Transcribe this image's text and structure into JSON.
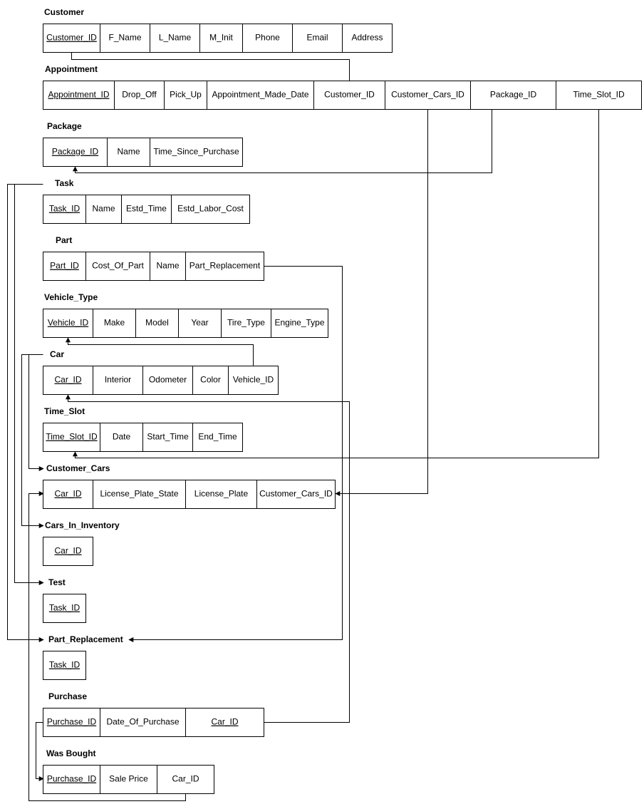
{
  "tables": [
    {
      "id": "customer",
      "name": "Customer",
      "columns": [
        {
          "label": "Customer_ID",
          "key": true
        },
        {
          "label": "F_Name"
        },
        {
          "label": "L_Name"
        },
        {
          "label": "M_Init"
        },
        {
          "label": "Phone"
        },
        {
          "label": "Email"
        },
        {
          "label": "Address"
        }
      ]
    },
    {
      "id": "appointment",
      "name": "Appointment",
      "columns": [
        {
          "label": "Appointment_ID",
          "key": true
        },
        {
          "label": "Drop_Off"
        },
        {
          "label": "Pick_Up"
        },
        {
          "label": "Appointment_Made_Date"
        },
        {
          "label": "Customer_ID"
        },
        {
          "label": "Customer_Cars_ID"
        },
        {
          "label": "Package_ID"
        },
        {
          "label": "Time_Slot_ID"
        }
      ]
    },
    {
      "id": "package",
      "name": "Package",
      "columns": [
        {
          "label": "Package_ID",
          "key": true
        },
        {
          "label": "Name"
        },
        {
          "label": "Time_Since_Purchase"
        }
      ]
    },
    {
      "id": "task",
      "name": "Task",
      "columns": [
        {
          "label": "Task_ID",
          "key": true
        },
        {
          "label": "Name"
        },
        {
          "label": "Estd_Time"
        },
        {
          "label": "Estd_Labor_Cost"
        }
      ]
    },
    {
      "id": "part",
      "name": "Part",
      "columns": [
        {
          "label": "Part_ID",
          "key": true
        },
        {
          "label": "Cost_Of_Part"
        },
        {
          "label": "Name"
        },
        {
          "label": "Part_Replacement"
        }
      ]
    },
    {
      "id": "vehicle_type",
      "name": "Vehicle_Type",
      "columns": [
        {
          "label": "Vehicle_ID",
          "key": true
        },
        {
          "label": "Make"
        },
        {
          "label": "Model"
        },
        {
          "label": "Year"
        },
        {
          "label": "Tire_Type"
        },
        {
          "label": "Engine_Type"
        }
      ]
    },
    {
      "id": "car",
      "name": "Car",
      "columns": [
        {
          "label": "Car_ID",
          "key": true
        },
        {
          "label": "Interior"
        },
        {
          "label": "Odometer"
        },
        {
          "label": "Color"
        },
        {
          "label": "Vehicle_ID"
        }
      ]
    },
    {
      "id": "time_slot",
      "name": "Time_Slot",
      "columns": [
        {
          "label": "Time_Slot_ID",
          "key": true
        },
        {
          "label": "Date"
        },
        {
          "label": "Start_Time"
        },
        {
          "label": "End_Time"
        }
      ]
    },
    {
      "id": "customer_cars",
      "name": "Customer_Cars",
      "columns": [
        {
          "label": "Car_ID",
          "key": true
        },
        {
          "label": "License_Plate_State"
        },
        {
          "label": "License_Plate"
        },
        {
          "label": "Customer_Cars_ID"
        }
      ]
    },
    {
      "id": "cars_in_inventory",
      "name": "Cars_In_Inventory",
      "columns": [
        {
          "label": "Car_ID",
          "key": true
        }
      ]
    },
    {
      "id": "test",
      "name": "Test",
      "columns": [
        {
          "label": "Task_ID",
          "key": true
        }
      ]
    },
    {
      "id": "part_replacement",
      "name": "Part_Replacement",
      "columns": [
        {
          "label": "Task_ID",
          "key": true
        }
      ]
    },
    {
      "id": "purchase",
      "name": "Purchase",
      "columns": [
        {
          "label": "Purchase_ID",
          "key": true
        },
        {
          "label": "Date_Of_Purchase"
        },
        {
          "label": "Car_ID",
          "key": true
        }
      ]
    },
    {
      "id": "was_bought",
      "name": "Was Bought",
      "columns": [
        {
          "label": "Purchase_ID",
          "key": true
        },
        {
          "label": "Sale Price"
        },
        {
          "label": "Car_ID"
        }
      ]
    }
  ],
  "relationships": [
    {
      "id": "appointment-customer",
      "from": "Appointment.Customer_ID",
      "to": "Customer.Customer_ID"
    },
    {
      "id": "appointment-package",
      "from": "Appointment.Package_ID",
      "to": "Package.Package_ID"
    },
    {
      "id": "appointment-timeslot",
      "from": "Appointment.Time_Slot_ID",
      "to": "Time_Slot.Time_Slot_ID"
    },
    {
      "id": "appointment-customercars",
      "from": "Appointment.Customer_Cars_ID",
      "to": "Customer_Cars.Customer_Cars_ID"
    },
    {
      "id": "car-vehicletype",
      "from": "Car.Vehicle_ID",
      "to": "Vehicle_Type.Vehicle_ID"
    },
    {
      "id": "purchase-car",
      "from": "Purchase.Car_ID",
      "to": "Car.Car_ID"
    },
    {
      "id": "part-partreplacement",
      "from": "Part.Part_Replacement",
      "to": "Part_Replacement"
    },
    {
      "id": "task-test",
      "from": "Task",
      "to": "Test"
    },
    {
      "id": "task-partreplacement",
      "from": "Task",
      "to": "Part_Replacement"
    },
    {
      "id": "car-customercars",
      "from": "Car",
      "to": "Customer_Cars"
    },
    {
      "id": "car-carsininventory",
      "from": "Car",
      "to": "Cars_In_Inventory"
    },
    {
      "id": "purchase-wasbought",
      "from": "Purchase.Purchase_ID",
      "to": "Was_Bought.Purchase_ID"
    },
    {
      "id": "wasbought-customercars",
      "from": "Was_Bought.Car_ID",
      "to": "Customer_Cars.Car_ID"
    }
  ]
}
